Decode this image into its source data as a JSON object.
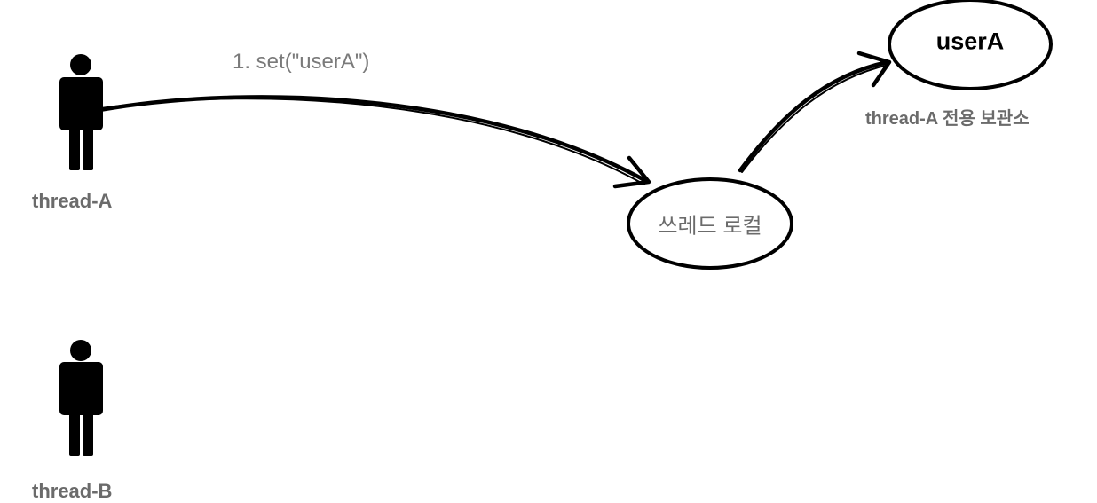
{
  "actors": [
    {
      "id": "thread-a",
      "label": "thread-A"
    },
    {
      "id": "thread-b",
      "label": "thread-B"
    }
  ],
  "edges": [
    {
      "from": "thread-a",
      "to": "thread-local",
      "label": "1. set(\"userA\")"
    },
    {
      "from": "thread-local",
      "to": "user-a-store",
      "label": ""
    }
  ],
  "nodes": {
    "thread_local": {
      "label": "쓰레드 로컬"
    },
    "user_a_store": {
      "label": "userA",
      "caption": "thread-A 전용 보관소"
    }
  },
  "colors": {
    "stroke": "#000000",
    "label_gray": "#6b6b6b",
    "edge_label_gray": "#7a7a7a"
  }
}
